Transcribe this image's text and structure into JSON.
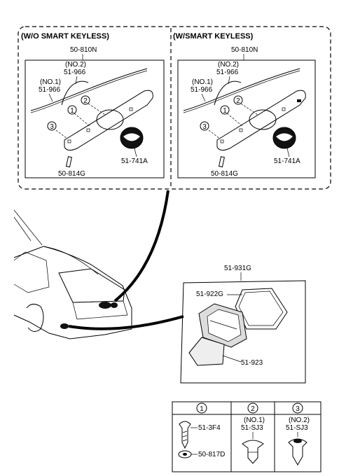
{
  "panels": [
    {
      "header": "(W/O SMART KEYLESS)",
      "assembly": "50-810N",
      "no2": "(NO.2)",
      "no2_part": "51-966",
      "no1": "(NO.1)",
      "no1_part": "51-966",
      "callout1": "1",
      "callout2": "2",
      "callout3": "3",
      "emblem": "51-741A",
      "clip": "50-814G"
    },
    {
      "header": "(W/SMART KEYLESS)",
      "assembly": "50-810N",
      "no2": "(NO.2)",
      "no2_part": "51-966",
      "no1": "(NO.1)",
      "no1_part": "51-966",
      "callout1": "1",
      "callout2": "2",
      "callout3": "3",
      "emblem": "51-741A",
      "clip": "50-814G"
    }
  ],
  "lamp": {
    "assembly": "51-931G",
    "gasket": "51-922G",
    "lens": "51-923"
  },
  "fastener_table": {
    "col1": {
      "header": "1",
      "part_a": "51-3F4",
      "part_b": "50-817D"
    },
    "col2": {
      "header": "2",
      "note": "(NO.1)",
      "part": "51-SJ3"
    },
    "col3": {
      "header": "3",
      "note": "(NO.2)",
      "part": "51-SJ3"
    }
  }
}
